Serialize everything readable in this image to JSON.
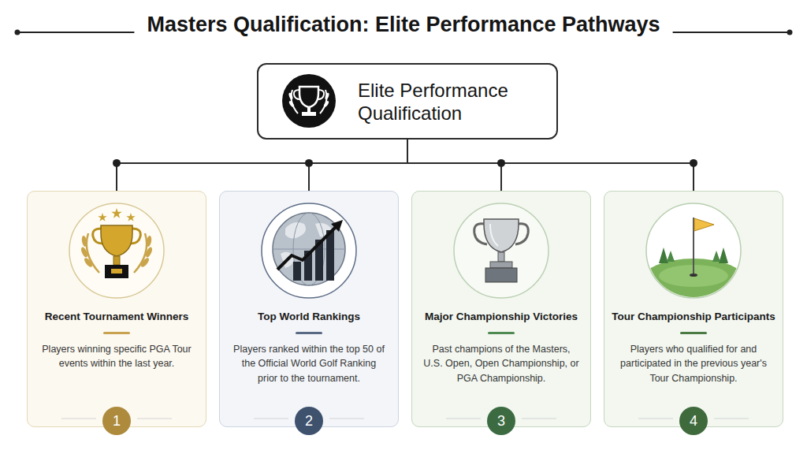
{
  "diagram": {
    "title": "Masters Qualification: Elite Performance Pathways",
    "nodes": [
      {
        "text": [
          "Elite Performance Qualification"
        ]
      },
      {
        "text": [
          "Recent Tournament Winners",
          "Players winning specific PGA Tour events within the last year."
        ]
      },
      {
        "text": [
          "1"
        ],
        "in": 1
      },
      {
        "text": [
          "Top World Rankings",
          "Players ranked within the top 50 of the Official World Golf Ranking prior to the tournament."
        ]
      },
      {
        "text": [
          "2"
        ],
        "in": 3
      },
      {
        "text": [
          "Major Championship Victories",
          "Past champions of the Masters, U.S. Open, Open Championship, or PGA Championship."
        ]
      },
      {
        "text": [
          "3"
        ],
        "in": 5
      },
      {
        "text": [
          "Tour Championship Participants",
          "Players who qualified for and participated in the previous year's Tour Championship."
        ]
      },
      {
        "text": [
          "4"
        ],
        "in": 7
      }
    ],
    "edges": [
      {
        "from": 0,
        "to": 1,
        "arrow": "none"
      },
      {
        "from": 0,
        "to": 3,
        "arrow": "none"
      },
      {
        "from": 0,
        "to": 5,
        "arrow": "none"
      },
      {
        "from": 0,
        "to": 7,
        "arrow": "none"
      }
    ]
  }
}
